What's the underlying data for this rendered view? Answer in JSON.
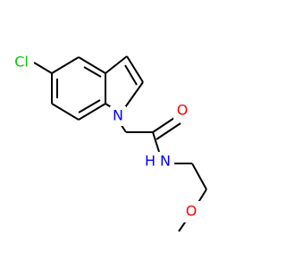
{
  "molecule": {
    "atoms": {
      "cl": {
        "label": "Cl",
        "color": "#00cc00"
      },
      "n_ring": {
        "label": "N",
        "color": "#0000ff"
      },
      "o_carbonyl": {
        "label": "O",
        "color": "#ff0000"
      },
      "n_amide": {
        "label": "N",
        "color": "#0000ff"
      },
      "h_amide": {
        "label": "H",
        "color": "#0000ff"
      },
      "o_ether": {
        "label": "O",
        "color": "#ff0000"
      }
    },
    "bond_color": "#000000"
  }
}
